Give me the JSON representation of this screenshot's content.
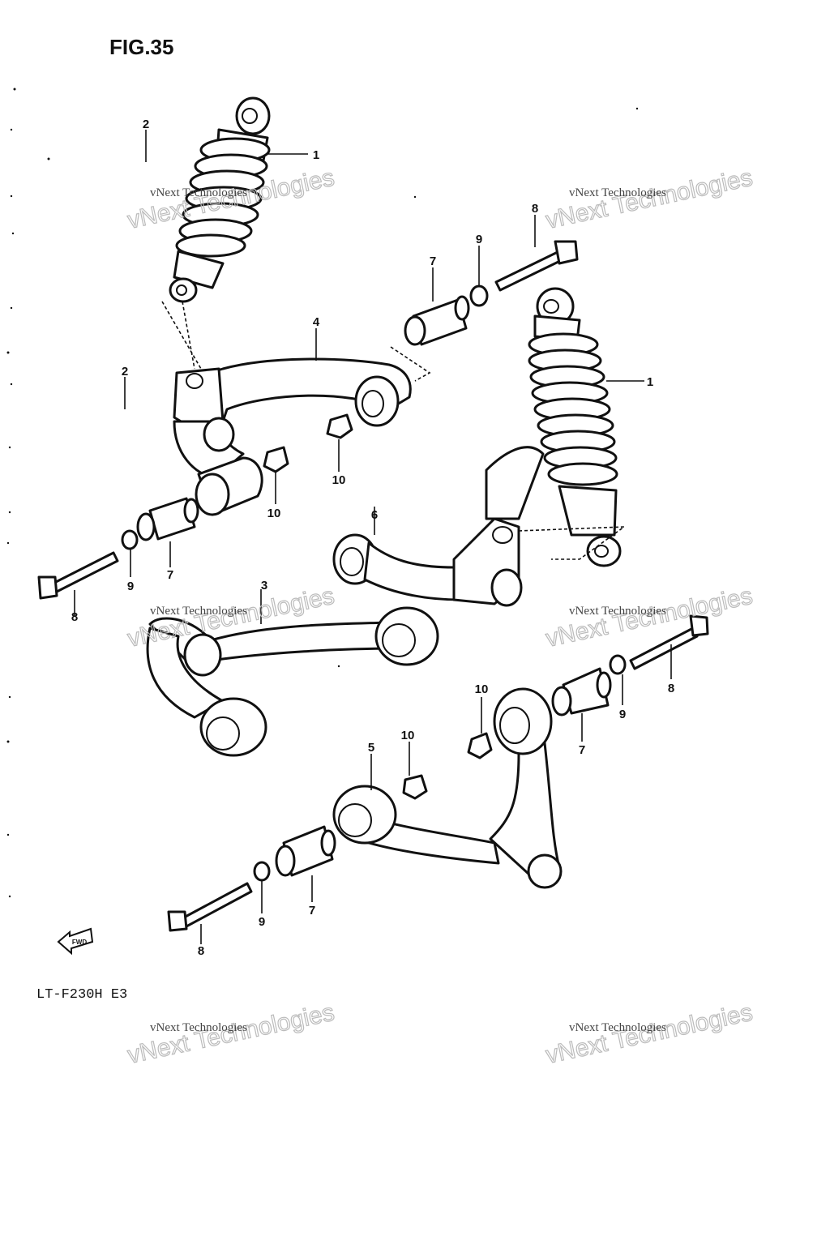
{
  "figure": {
    "title": "FIG.35",
    "model_code": "LT-F230H E3",
    "front_arrow_label": "FWD"
  },
  "callouts": {
    "c1a": "1",
    "c1b": "1",
    "c2a": "2",
    "c2b": "2",
    "c3": "3",
    "c4": "4",
    "c5": "5",
    "c6": "6",
    "c7a": "7",
    "c7b": "7",
    "c7c": "7",
    "c7d": "7",
    "c8a": "8",
    "c8b": "8",
    "c8c": "8",
    "c8d": "8",
    "c9a": "9",
    "c9b": "9",
    "c9c": "9",
    "c9d": "9",
    "c10a": "10",
    "c10b": "10",
    "c10c": "10",
    "c10d": "10"
  },
  "watermark": {
    "line1": "vNext Technologies",
    "line2": "vNext Technologies"
  },
  "colors": {
    "ink": "#111111",
    "paper": "#ffffff",
    "watermark": "#bbbbbb"
  }
}
